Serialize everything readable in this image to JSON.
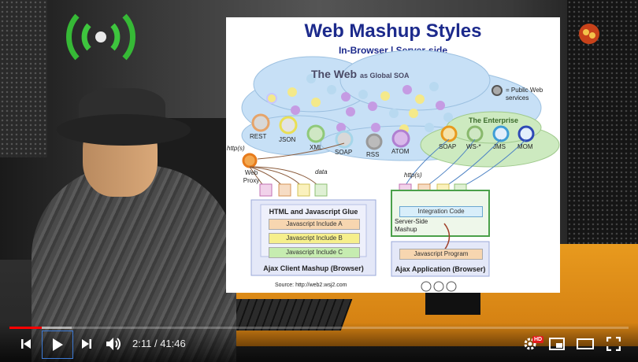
{
  "slide": {
    "title": "Web Mashup Styles",
    "subtitle": "In-Browser | Server-side",
    "cloud_title": "The Web",
    "cloud_suffix": "as Global SOA",
    "legend_label": "= Public Web services",
    "enterprise_title": "The Enterprise",
    "services": {
      "rest": "REST",
      "json": "JSON",
      "xml": "XML",
      "soap": "SOAP",
      "rss": "RSS",
      "atom": "ATOM"
    },
    "enterprise_services": {
      "soap": "SOAP",
      "ws": "WS-*",
      "jms": "JMS",
      "mom": "MOM"
    },
    "http_left": "http(s)",
    "http_right": "http(s)",
    "proxy_label": "Web Proxy",
    "data_label": "data",
    "left_box": {
      "title": "HTML and Javascript Glue",
      "include_a": "Javascript Include A",
      "include_b": "Javascript Include B",
      "include_c": "Javascript Include C",
      "footer": "Ajax Client Mashup (Browser)"
    },
    "right_box": {
      "integration": "Integration Code",
      "server_label": "Server-Side Mashup",
      "program": "Javascript Program",
      "footer": "Ajax Application (Browser)"
    },
    "source": "Source: http://web2.wsj2.com"
  },
  "player": {
    "current_time": "2:11",
    "separator": " / ",
    "duration": "41:46",
    "progress_fraction": 0.052,
    "buffered_fraction": 0.1,
    "hd_badge": "HD",
    "accent_color": "#ff0000"
  },
  "icons": {
    "prev": "skip-previous-icon",
    "play": "play-icon",
    "next": "skip-next-icon",
    "volume": "volume-icon",
    "settings": "gear-icon",
    "miniplayer": "miniplayer-icon",
    "theater": "theater-mode-icon",
    "fullscreen": "fullscreen-icon"
  }
}
